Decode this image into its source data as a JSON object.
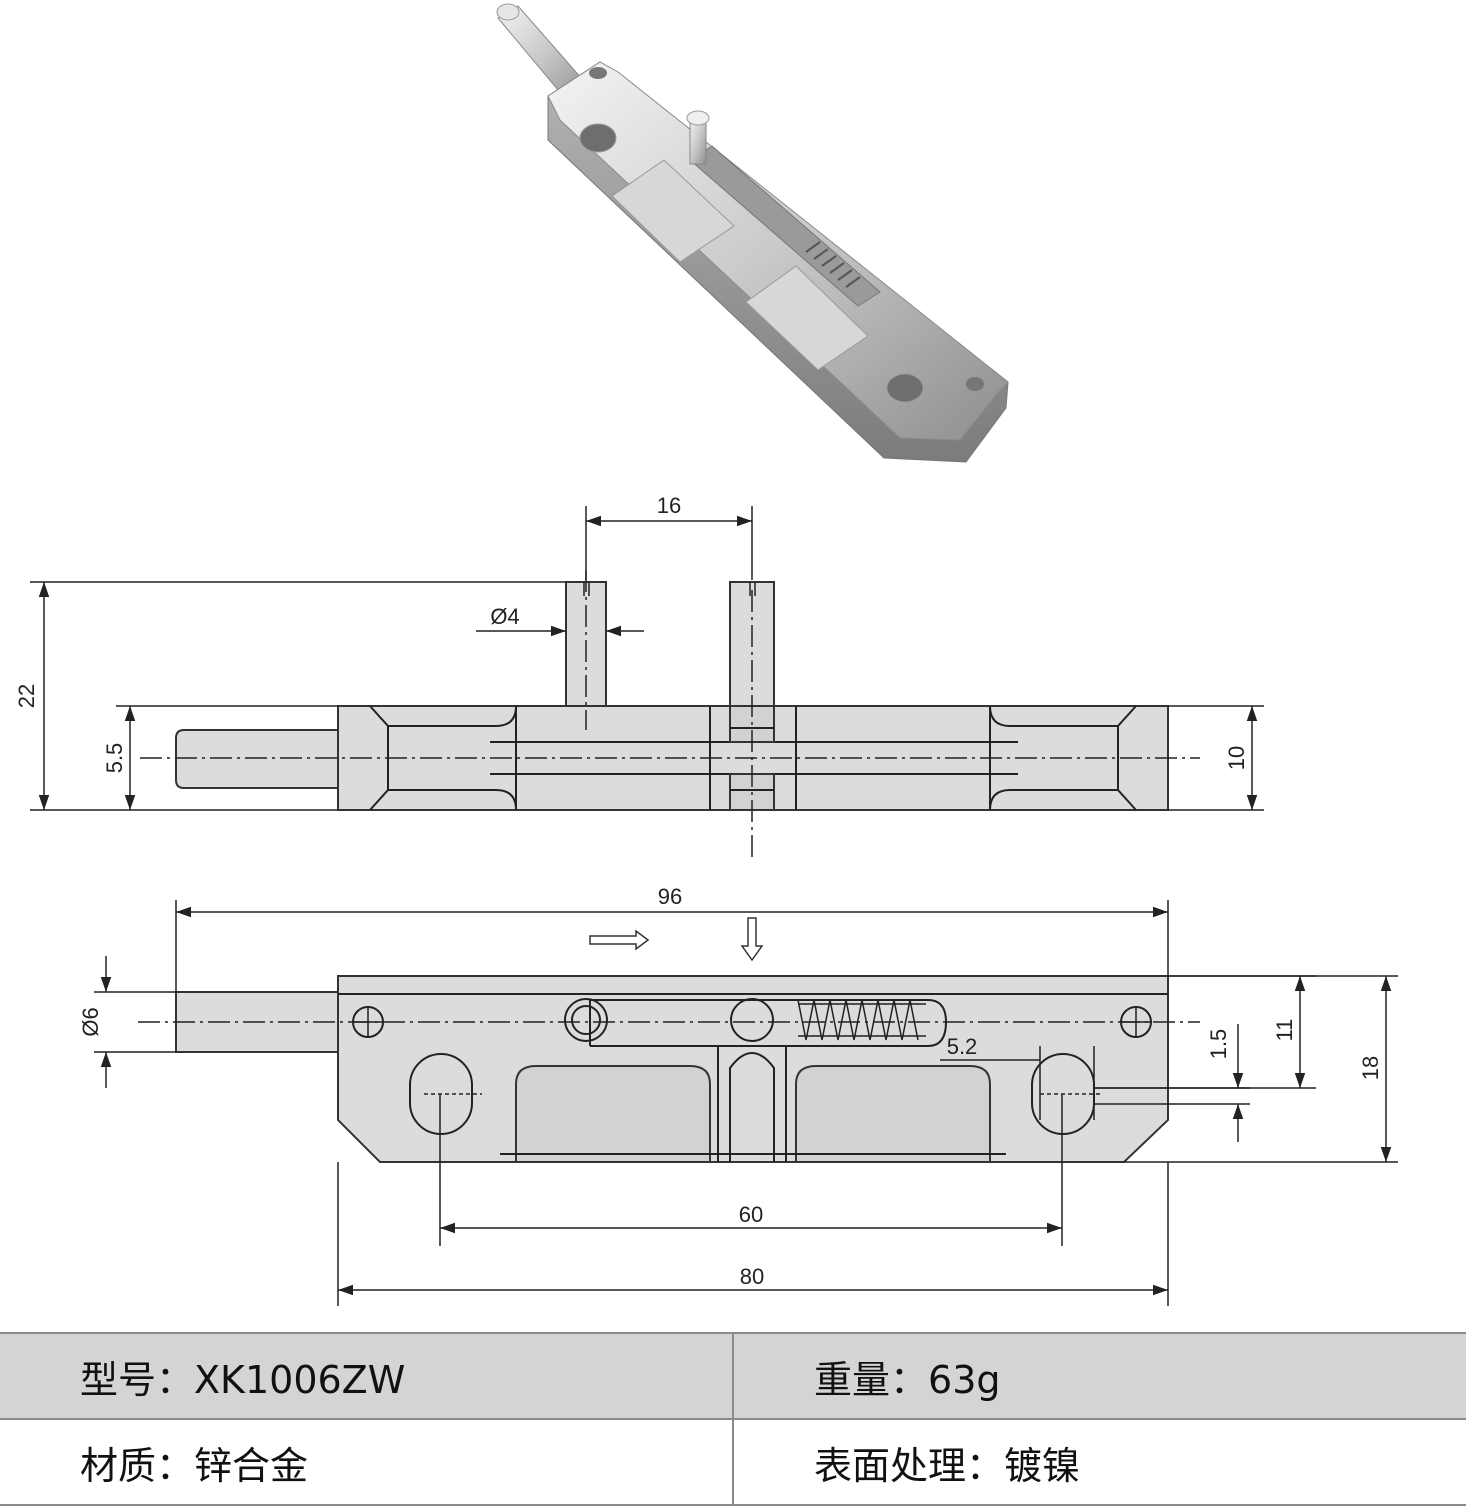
{
  "dimensions": {
    "pin_spacing": "16",
    "pin_diameter": "Ø4",
    "total_height": "22",
    "bolt_height": "5.5",
    "body_height": "10",
    "overall_length": "96",
    "bolt_diameter": "Ø6",
    "slot_width": "5.2",
    "slot_offset": "1.5",
    "hole_height": "11",
    "body_width": "18",
    "hole_spacing": "60",
    "body_length": "80"
  },
  "specs": {
    "model_label": "型号：",
    "model_value": "XK1006ZW",
    "weight_label": "重量：",
    "weight_value": "63g",
    "material_label": "材质：",
    "material_value": "锌合金",
    "finish_label": "表面处理：",
    "finish_value": "镀镍"
  },
  "colors": {
    "table_shade": "#d4d4d4",
    "part_metal": "#c8c8c8",
    "drawing_fill": "#dcdcdc"
  }
}
